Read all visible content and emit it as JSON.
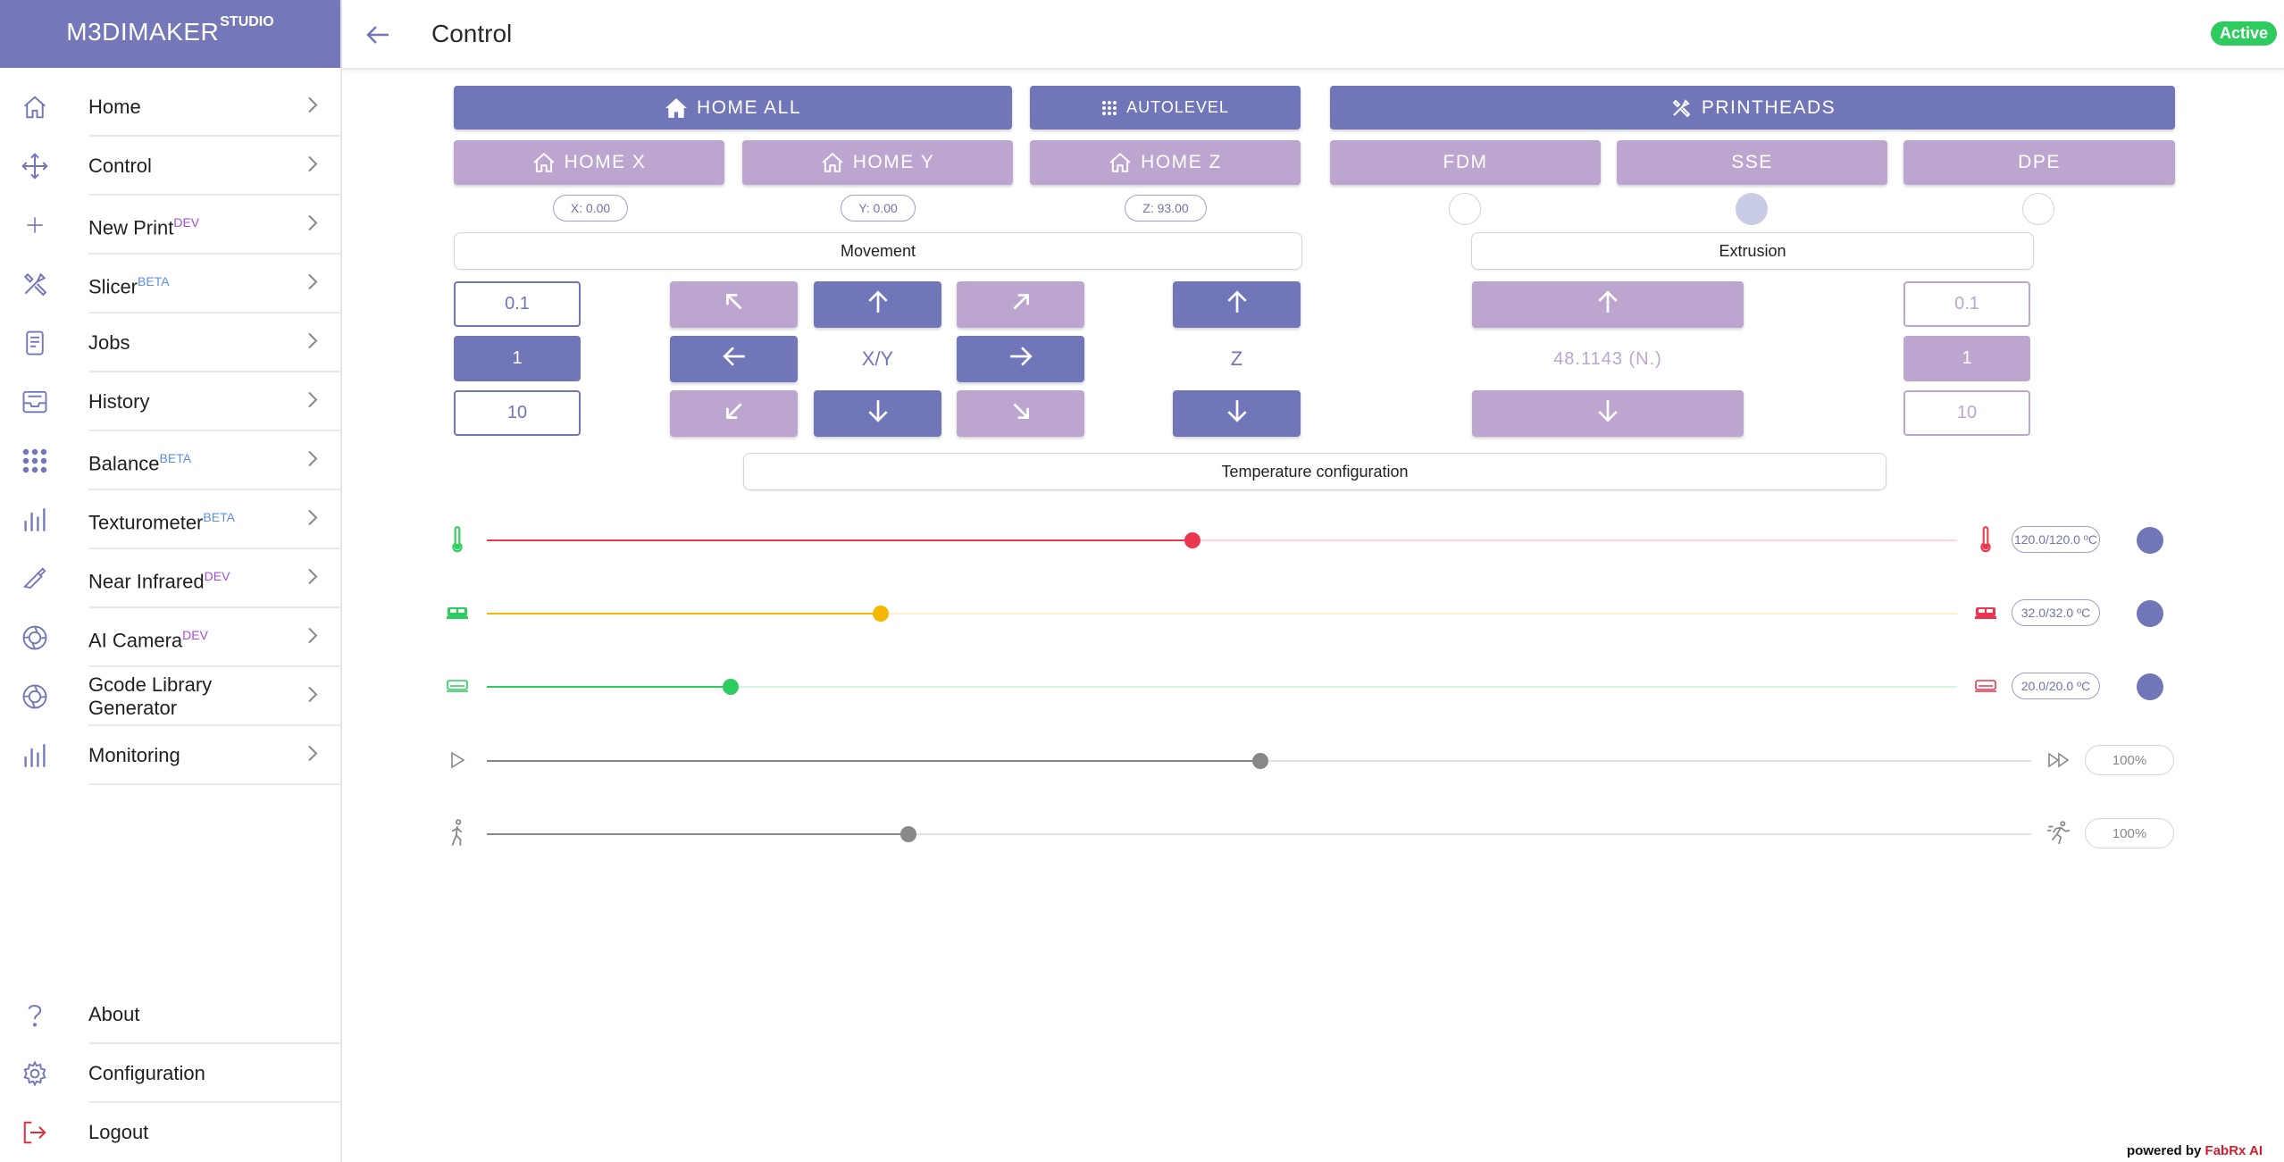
{
  "brand": {
    "name": "M3DIMAKER",
    "sup": "STUDIO"
  },
  "sidebar": {
    "items": [
      {
        "label": "Home",
        "tag": ""
      },
      {
        "label": "Control",
        "tag": ""
      },
      {
        "label": "New Print",
        "tag": "DEV"
      },
      {
        "label": "Slicer",
        "tag": "BETA"
      },
      {
        "label": "Jobs",
        "tag": ""
      },
      {
        "label": "History",
        "tag": ""
      },
      {
        "label": "Balance",
        "tag": "BETA"
      },
      {
        "label": "Texturometer",
        "tag": "BETA"
      },
      {
        "label": "Near Infrared",
        "tag": "DEV"
      },
      {
        "label": "AI Camera",
        "tag": "DEV"
      },
      {
        "label": "Gcode Library",
        "label2": "Generator",
        "tag": ""
      },
      {
        "label": "Monitoring",
        "tag": ""
      }
    ],
    "bottom": [
      {
        "label": "About"
      },
      {
        "label": "Configuration"
      },
      {
        "label": "Logout"
      }
    ]
  },
  "header": {
    "title": "Control",
    "status": "Active"
  },
  "controls": {
    "home_all": "HOME ALL",
    "autolevel": "AUTOLEVEL",
    "printheads": "PRINTHEADS",
    "home_x": "HOME X",
    "home_y": "HOME Y",
    "home_z": "HOME Z",
    "fdm": "FDM",
    "sse": "SSE",
    "dpe": "DPE",
    "pos_x": "X: 0.00",
    "pos_y": "Y: 0.00",
    "pos_z": "Z: 93.00",
    "selected_head": "SSE",
    "movement_label": "Movement",
    "extrusion_label": "Extrusion",
    "temperature_label": "Temperature configuration",
    "move_steps": [
      "0.1",
      "1",
      "10"
    ],
    "move_step_selected": "1",
    "extrude_steps": [
      "0.1",
      "1",
      "10"
    ],
    "extrude_step_selected": "1",
    "xy_label": "X/Y",
    "z_label": "Z",
    "extrusion_readout": "48.1143 (N.)"
  },
  "sliders": {
    "nozzle": {
      "value_text": "120.0/120.0 ºC",
      "fraction": 0.48,
      "color": "#e8374f"
    },
    "bed": {
      "value_text": "32.0/32.0 ºC",
      "fraction": 0.268,
      "color": "#f5b800"
    },
    "chamber": {
      "value_text": "20.0/20.0 ºC",
      "fraction": 0.166,
      "color": "#2ecc5f"
    },
    "speed": {
      "value_text": "100%",
      "fraction": 0.501,
      "color": "#888888"
    },
    "flow": {
      "value_text": "100%",
      "fraction": 0.273,
      "color": "#888888"
    }
  },
  "footer": {
    "powered": "powered by",
    "brand": "FabRx AI"
  },
  "colors": {
    "primary": "#7176b8",
    "secondary": "#bca6d0",
    "active": "#2ecc5f",
    "logout": "#e03040"
  }
}
